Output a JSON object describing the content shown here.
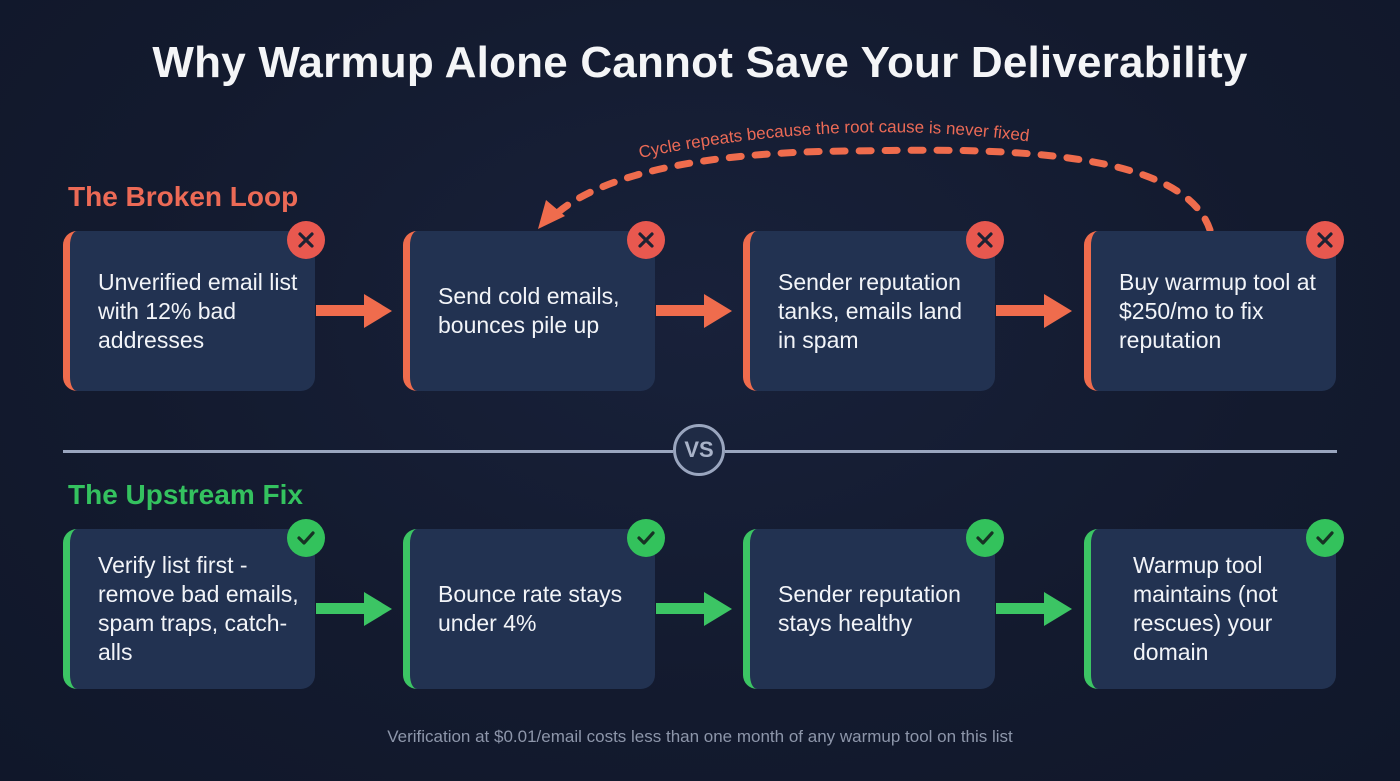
{
  "title": "Why Warmup Alone Cannot Save Your Deliverability",
  "broken_loop": {
    "label": "The Broken Loop",
    "color": "#ec6a56",
    "cycle_annotation": "Cycle repeats because the root cause is never fixed",
    "badge_icon": "x-icon",
    "steps": [
      {
        "text": "Unverified email list with 12% bad addresses"
      },
      {
        "text": "Send cold emails, bounces pile up"
      },
      {
        "text": "Sender reputation tanks, emails land in spam"
      },
      {
        "text": "Buy warmup tool at $250/mo to fix reputation"
      }
    ]
  },
  "divider": {
    "label": "VS"
  },
  "upstream_fix": {
    "label": "The Upstream Fix",
    "color": "#34c25f",
    "badge_icon": "check-icon",
    "steps": [
      {
        "text": "Verify list first - remove bad emails, spam traps, catch-alls"
      },
      {
        "text": "Bounce rate stays under 4%"
      },
      {
        "text": "Sender reputation stays healthy"
      },
      {
        "text": "Warmup tool maintains (not rescues) your domain"
      }
    ]
  },
  "footer": "Verification at $0.01/email costs less than one month of any warmup tool on this list"
}
